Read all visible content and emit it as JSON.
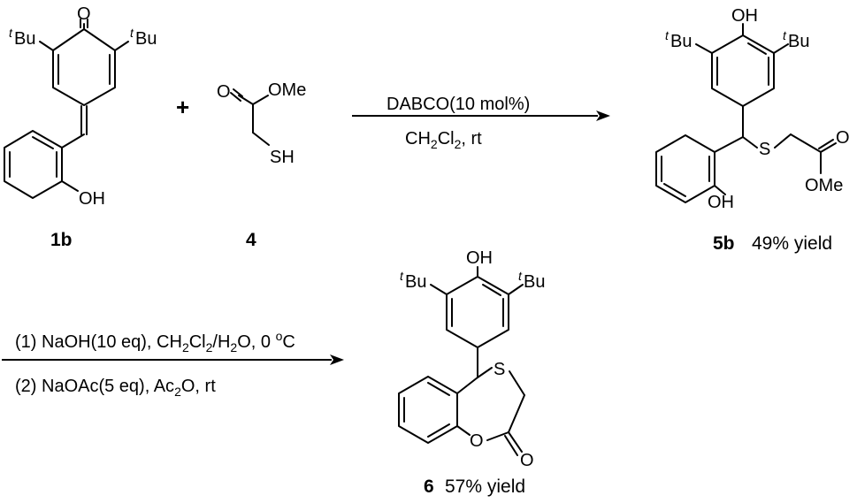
{
  "compounds": {
    "c1b": {
      "id": "1b",
      "substituents": {
        "o": "O",
        "tbu_left": "Bu",
        "tbu_right": "Bu",
        "t": "t",
        "oh": "OH"
      }
    },
    "c4": {
      "id": "4",
      "substituents": {
        "o": "O",
        "ome": "OMe",
        "sh": "SH"
      }
    },
    "c5b": {
      "id": "5b",
      "yield": "49% yield",
      "substituents": {
        "oh_top": "OH",
        "tbu_left": "Bu",
        "tbu_right": "Bu",
        "t": "t",
        "s": "S",
        "o": "O",
        "ome": "OMe",
        "oh": "OH"
      }
    },
    "c6": {
      "id": "6",
      "yield": "57% yield",
      "substituents": {
        "oh_top": "OH",
        "tbu_left": "Bu",
        "tbu_right": "Bu",
        "t": "t",
        "s": "S",
        "o_ring": "O",
        "o_carbonyl": "O"
      }
    }
  },
  "reaction1": {
    "plus": "+",
    "reagent": "DABCO(10 mol%)",
    "solvent_parts": [
      "CH",
      "2",
      "Cl",
      "2",
      ", rt"
    ]
  },
  "reaction2": {
    "step1_parts": [
      "(1) NaOH(10 eq), CH",
      "2",
      "Cl",
      "2",
      "/H",
      "2",
      "O, 0 ",
      "o",
      "C"
    ],
    "step2_parts": [
      "(2) NaOAc(5 eq), Ac",
      "2",
      "O, rt"
    ]
  }
}
